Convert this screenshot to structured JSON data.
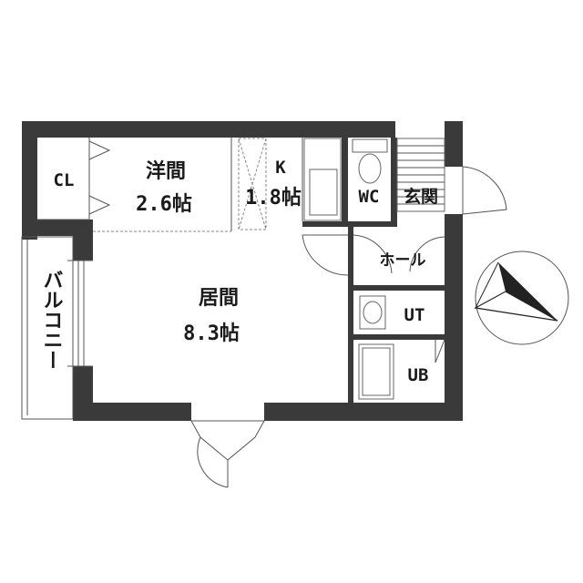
{
  "rooms": {
    "closet": "CL",
    "western_room": "洋間",
    "western_room_size": "2.6帖",
    "kitchen": "K",
    "kitchen_size": "1.8帖",
    "toilet": "WC",
    "entrance": "玄関",
    "hall": "ホール",
    "living": "居間",
    "living_size": "8.3帖",
    "utility": "UT",
    "bath": "UB",
    "balcony": "バルコニー"
  },
  "colors": {
    "wall": "#3a3a3a",
    "line": "#555555"
  },
  "icons": {
    "north_arrow": "compass-north-arrow-icon"
  }
}
